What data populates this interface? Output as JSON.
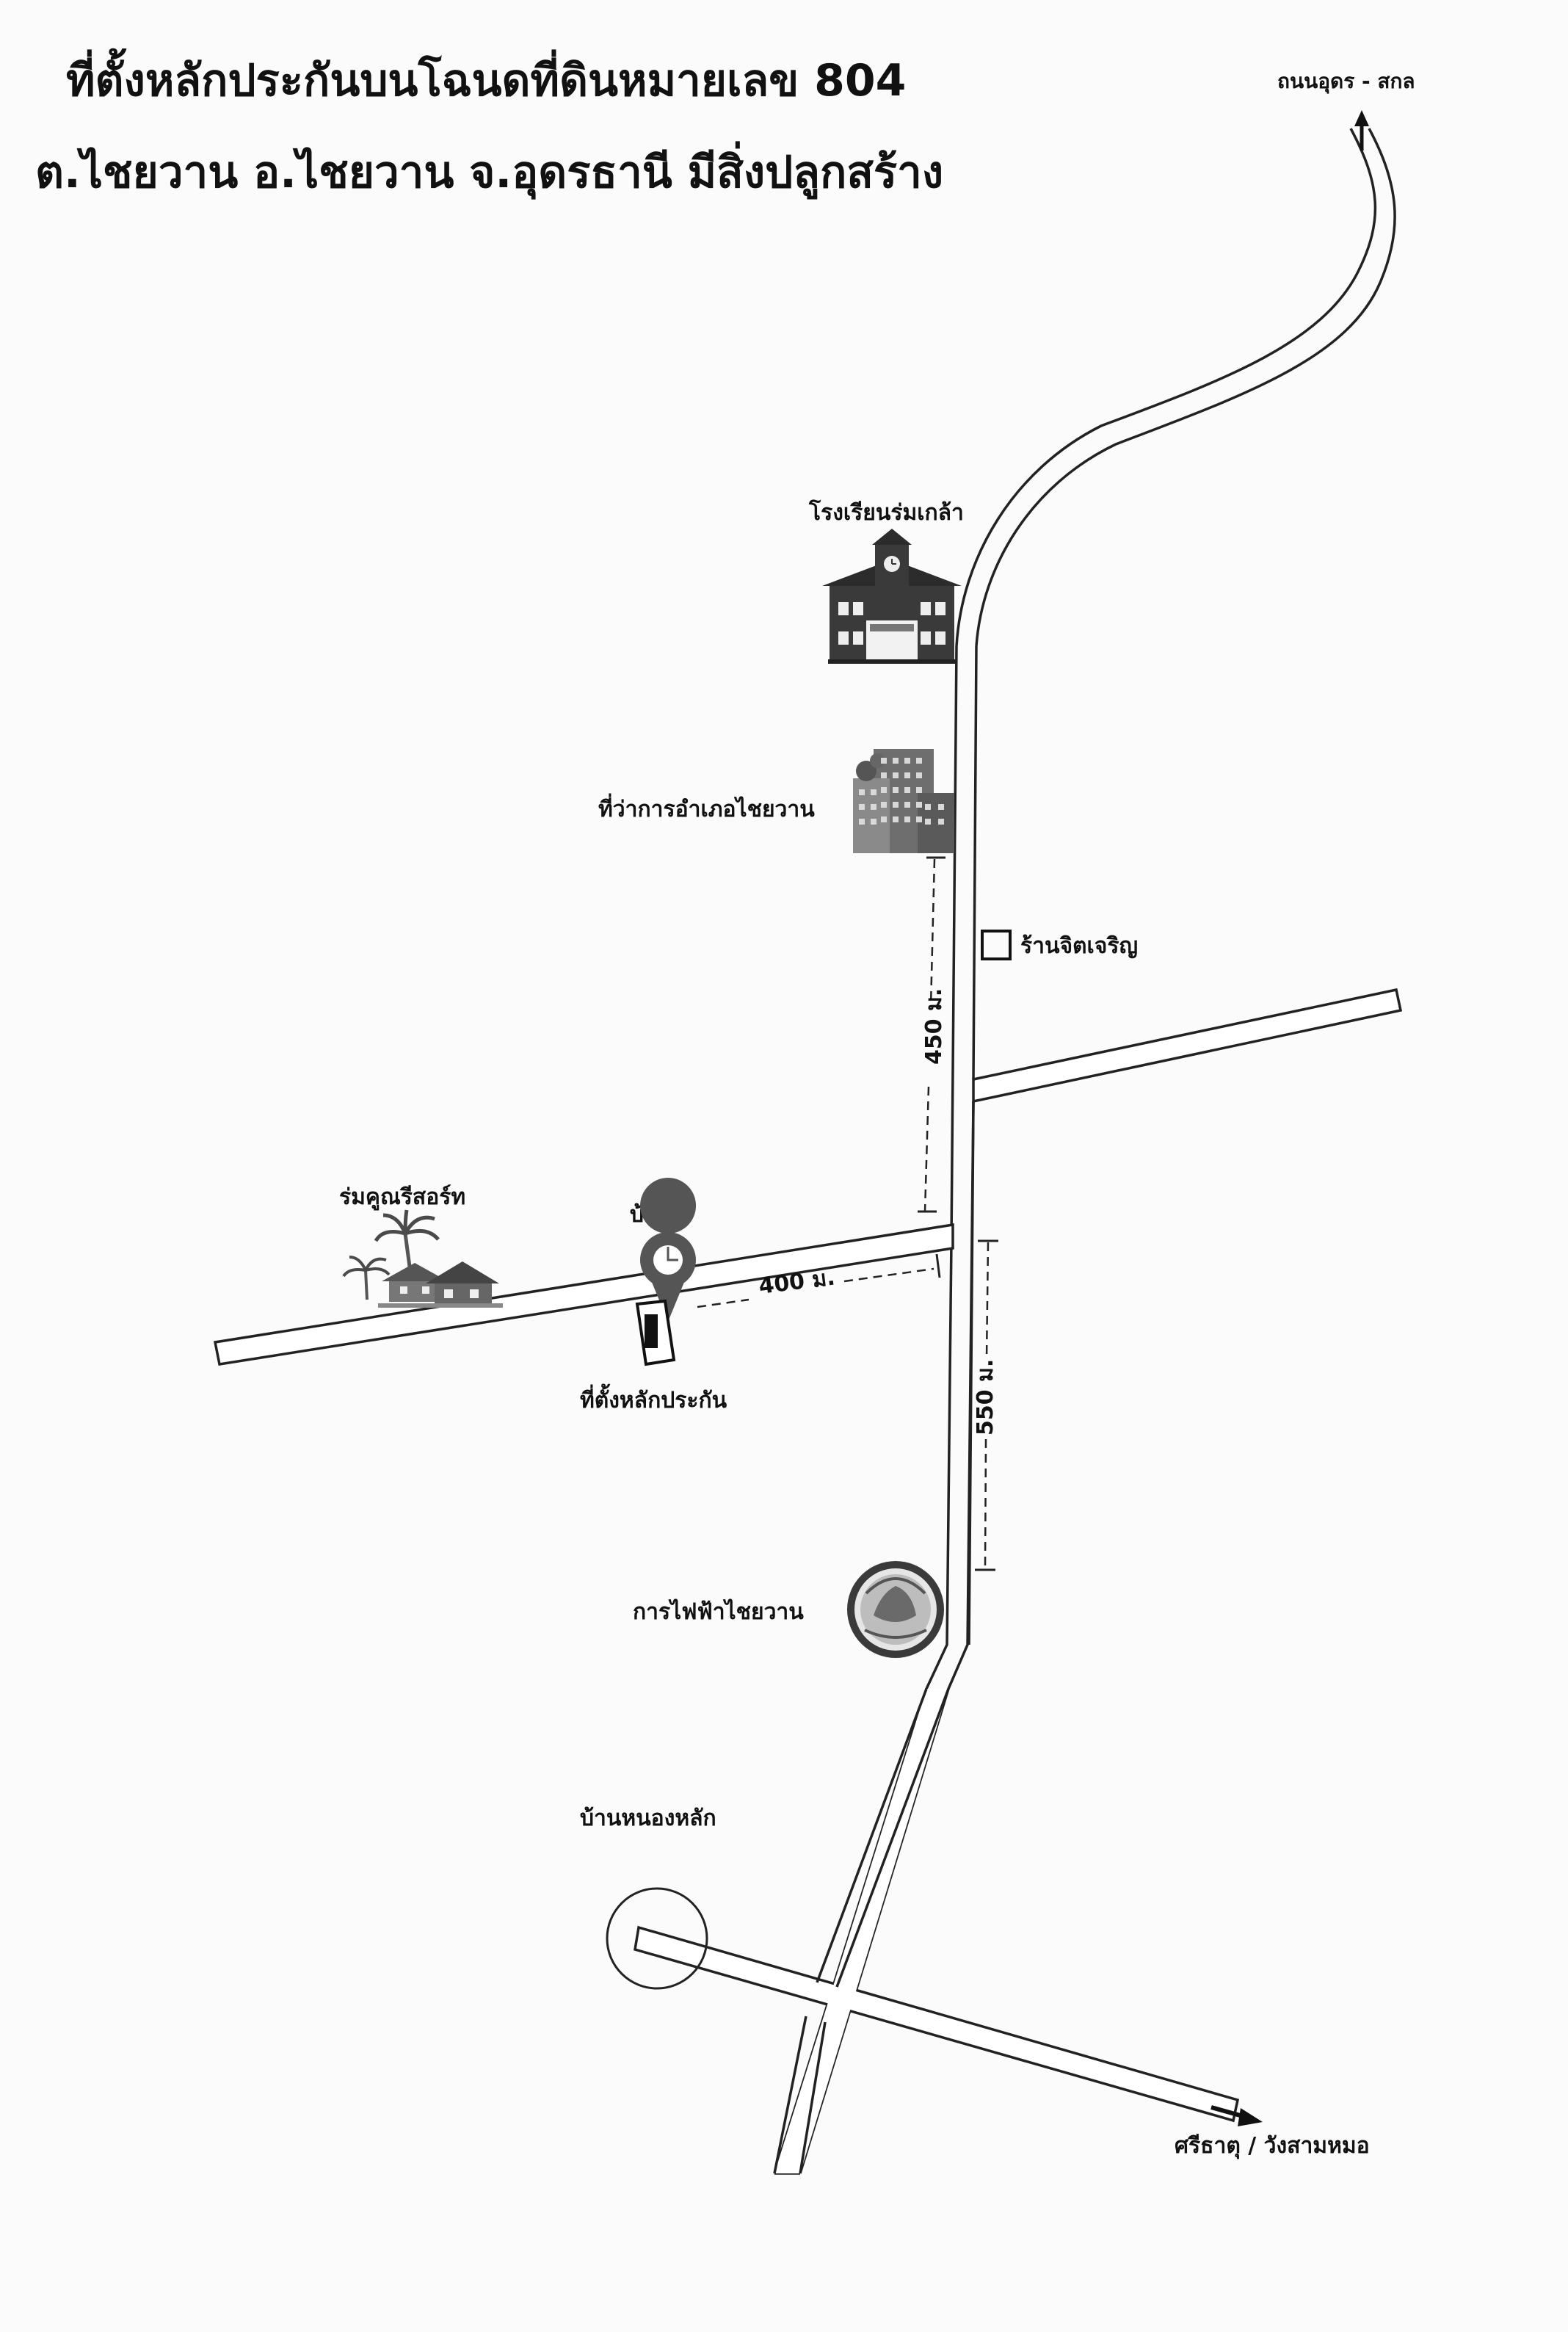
{
  "title": {
    "line1": "ที่ตั้งหลักประกันบนโฉนดที่ดินหมายเลข 804",
    "line2": "ต.ไชยวาน อ.ไชยวาน จ.อุดรธานี มีสิ่งปลูกสร้าง"
  },
  "landmarks": {
    "north_road": "ถนนอุดร - สกล",
    "school": "โรงเรียนร่มเกล้า",
    "district_office": "ที่ว่าการอำเภอไชยวาน",
    "shop": "ร้านจิตเจริญ",
    "resort": "ร่มคูณรีสอร์ท",
    "house": "บ้าน",
    "collateral": "ที่ตั้งหลักประกัน",
    "electricity": "การไฟฟ้าไชยวาน",
    "village": "บ้านหนองหลัก",
    "south_road": "ศรีธาตุ / วังสามหมอ"
  },
  "distances": {
    "north_segment": "450 ม.",
    "west_segment": "400 ม.",
    "south_segment": "550 ม."
  },
  "icons": {
    "school": "school-building-icon",
    "district_office": "office-building-icon",
    "shop": "square-marker-icon",
    "resort": "resort-huts-icon",
    "house": "map-pin-icon",
    "electricity": "emblem-seal-icon",
    "village": "circle-marker-icon"
  },
  "colors": {
    "road_fill": "#ffffff",
    "road_outline": "#222222",
    "pin": "#4a4a4a"
  }
}
